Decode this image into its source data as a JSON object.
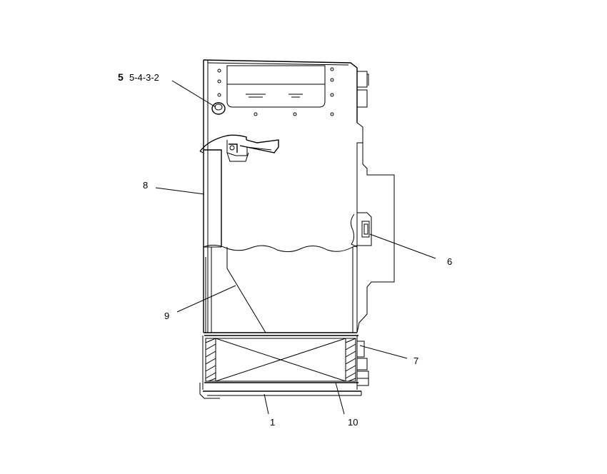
{
  "callouts": {
    "c5_bold": "5",
    "c5_chain": "5-4-3-2",
    "c8": "8",
    "c6": "6",
    "c9": "9",
    "c7": "7",
    "c1": "1",
    "c10": "10"
  }
}
